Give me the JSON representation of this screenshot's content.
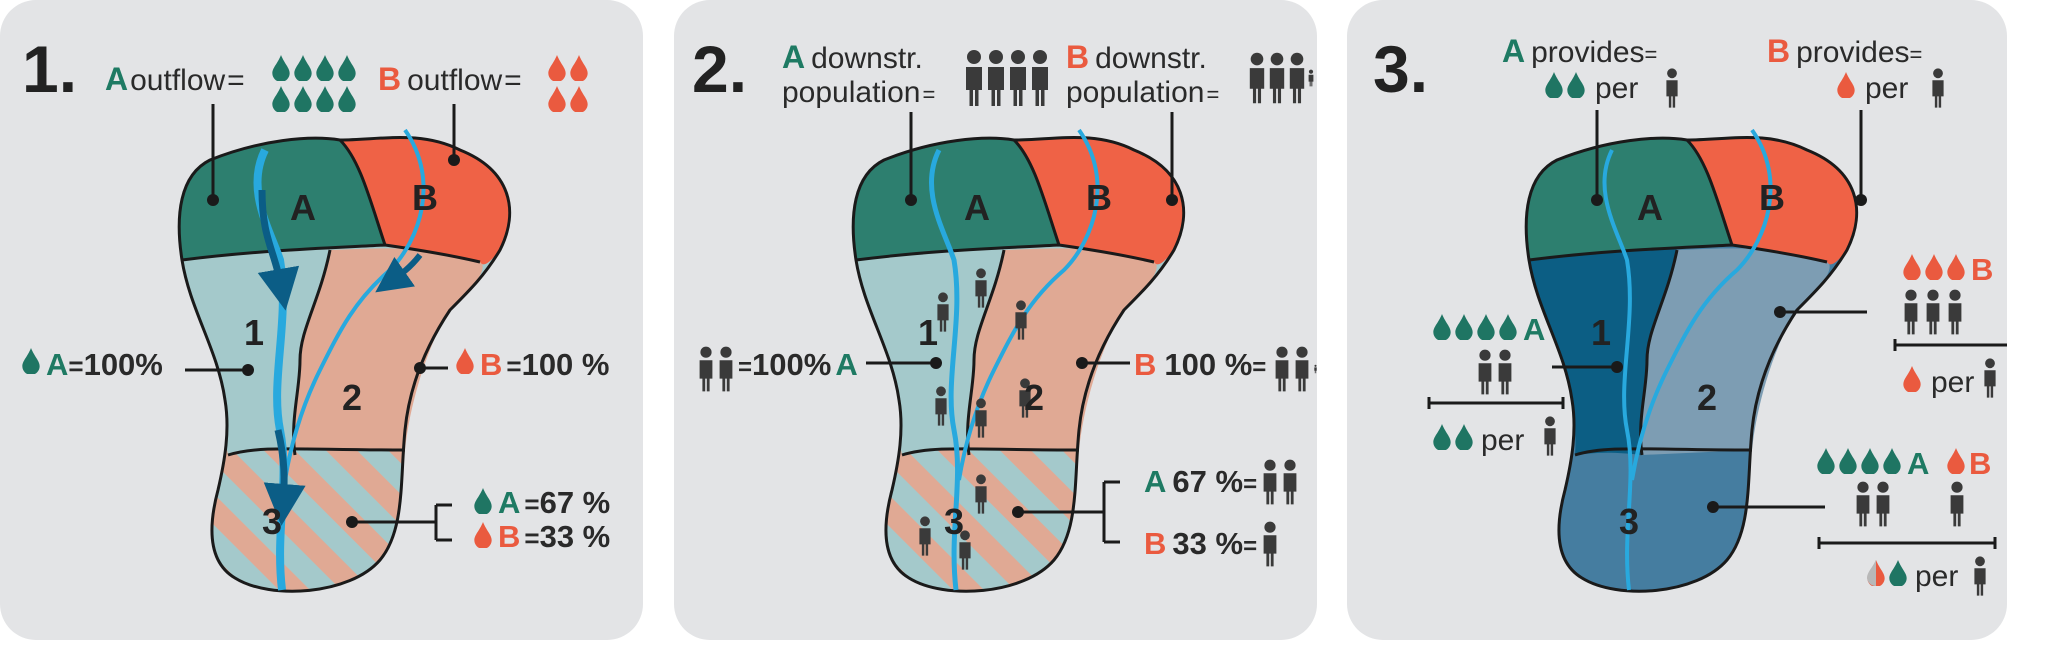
{
  "colors": {
    "A": "#2d7f6f",
    "B": "#ef6246",
    "water": "#28a9de",
    "arrow": "#0b5d86",
    "panel": "#e3e4e6"
  },
  "panels": [
    {
      "number": "1.",
      "headerA": {
        "letter": "A",
        "text": "outflow",
        "eq": "="
      },
      "headerB": {
        "letter": "B",
        "text": "outflow",
        "eq": "="
      },
      "regions": {
        "A": "A",
        "B": "B",
        "r1": "1",
        "r2": "2",
        "r3": "3"
      },
      "left": {
        "letter": "A",
        "eq": "=",
        "value": "100%"
      },
      "right": {
        "letter": "B",
        "eq": "=",
        "value": "100 %"
      },
      "split": [
        {
          "letter": "A",
          "eq": "=",
          "value": "67 %"
        },
        {
          "letter": "B",
          "eq": "=",
          "value": "33 %"
        }
      ]
    },
    {
      "number": "2.",
      "headerA": {
        "letter": "A",
        "line1": "downstr.",
        "line2": "population",
        "eq": "="
      },
      "headerB": {
        "letter": "B",
        "line1": "downstr.",
        "line2": "population",
        "eq": "="
      },
      "regions": {
        "A": "A",
        "B": "B",
        "r1": "1",
        "r2": "2",
        "r3": "3"
      },
      "left": {
        "eq": "=",
        "value": "100%",
        "letter": "A"
      },
      "right": {
        "letter": "B",
        "value": "100 %",
        "eq": "="
      },
      "split": [
        {
          "letter": "A",
          "value": "67 %",
          "eq": "="
        },
        {
          "letter": "B",
          "value": "33 %",
          "eq": "="
        }
      ]
    },
    {
      "number": "3.",
      "headerA": {
        "letter": "A",
        "line1": "provides",
        "eq": "=",
        "per": "per"
      },
      "headerB": {
        "letter": "B",
        "line1": "provides",
        "eq": "=",
        "per": "per"
      },
      "regions": {
        "A": "A",
        "B": "B",
        "r1": "1",
        "r2": "2",
        "r3": "3"
      },
      "r1": {
        "letter": "A",
        "per": "per"
      },
      "r2": {
        "letter": "B",
        "per": "per"
      },
      "r3": {
        "letterA": "A",
        "letterB": "B",
        "per": "per"
      }
    }
  ]
}
